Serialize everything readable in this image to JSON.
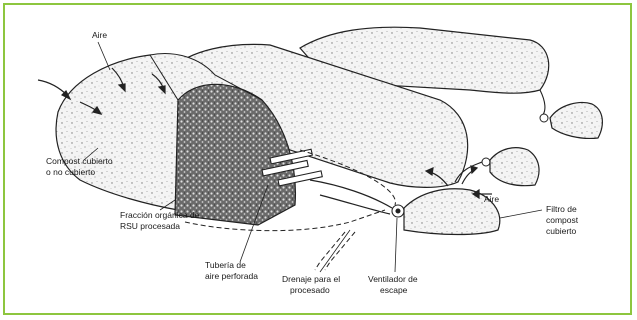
{
  "diagram": {
    "labels": {
      "aire_top": "Aire",
      "compost_line1": "Compost cubierto",
      "compost_line2": "o no cubierto",
      "fraccion_line1": "Fracción orgánica de",
      "fraccion_line2": "RSU procesada",
      "tuberia_line1": "Tubería de",
      "tuberia_line2": "aire perforada",
      "drenaje_line1": "Drenaje para el",
      "drenaje_line2": "procesado",
      "ventilador_line1": "Ventilador de",
      "ventilador_line2": "escape",
      "aire_right": "Aire",
      "filtro_line1": "Filtro de",
      "filtro_line2": "compost",
      "filtro_line3": "cubierto"
    },
    "colors": {
      "frame_border": "#8dc63f",
      "line": "#222222",
      "pile_fill": "#f3f3f3",
      "core_fill": "#9a9a9a"
    }
  }
}
